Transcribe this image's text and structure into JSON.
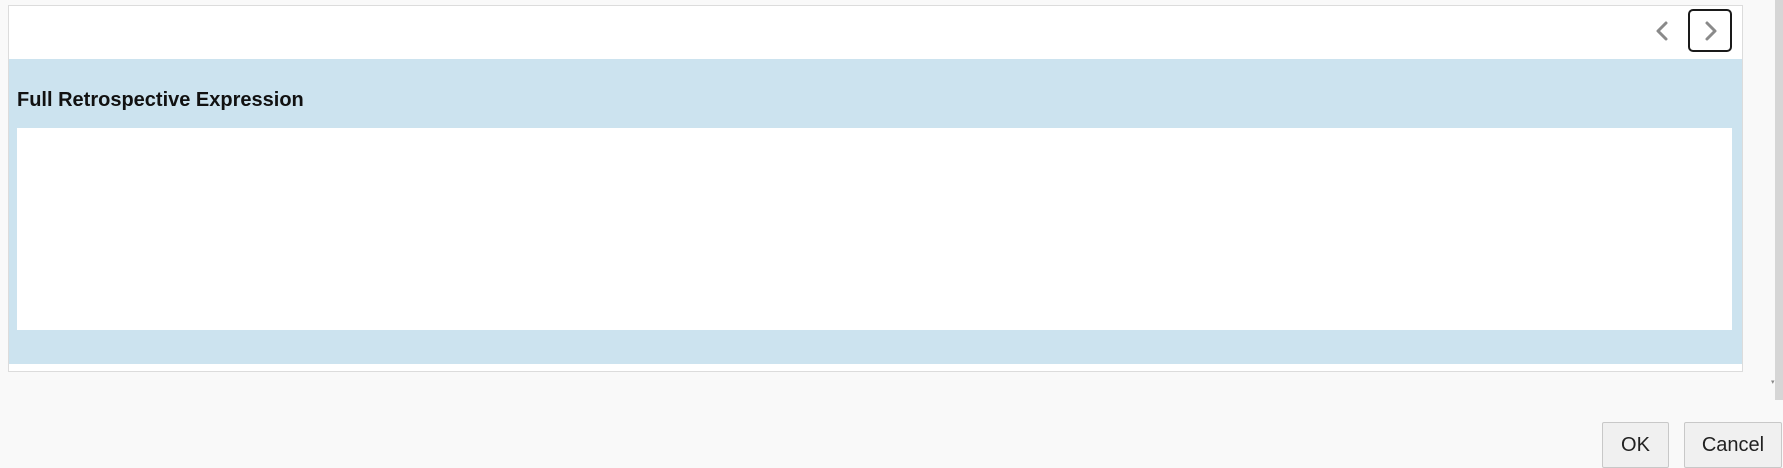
{
  "icons": {
    "previous": "chevron-left-icon",
    "next": "chevron-right-icon"
  },
  "colors": {
    "section_background": "#cce3ef",
    "panel_background": "#ffffff",
    "page_background": "#f9f9f9",
    "chevron_color": "#8a8a8a",
    "focus_border": "#1a1a1a"
  },
  "section": {
    "title": "Full Retrospective Expression",
    "expression_value": ""
  },
  "footer": {
    "ok_label": "OK",
    "cancel_label": "Cancel"
  }
}
